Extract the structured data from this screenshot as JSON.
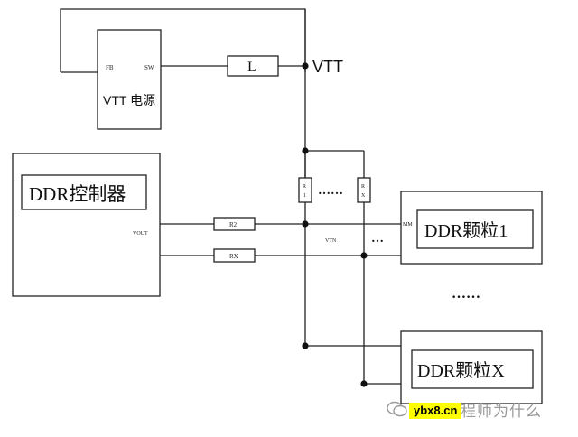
{
  "labels": {
    "vtt_psu_title": "VTT 电源",
    "pin_fb": "FB",
    "pin_sw": "SW",
    "inductor": "L",
    "vtt": "VTT",
    "controller_title": "DDR控制器",
    "vout": "VOUT",
    "r2": "R2",
    "rx": "RX",
    "resistor_r1": "R\n1",
    "resistor_rx_v": "R\nX",
    "dots_h": "……",
    "vtn": "VTN",
    "mm": "MM",
    "dots_mid": "…",
    "chip1": "DDR颗粒1",
    "dots_between": "……",
    "chipx": "DDR颗粒X"
  },
  "watermark": {
    "text": "硬件工程师为什么",
    "site": "ybx8.cn"
  }
}
